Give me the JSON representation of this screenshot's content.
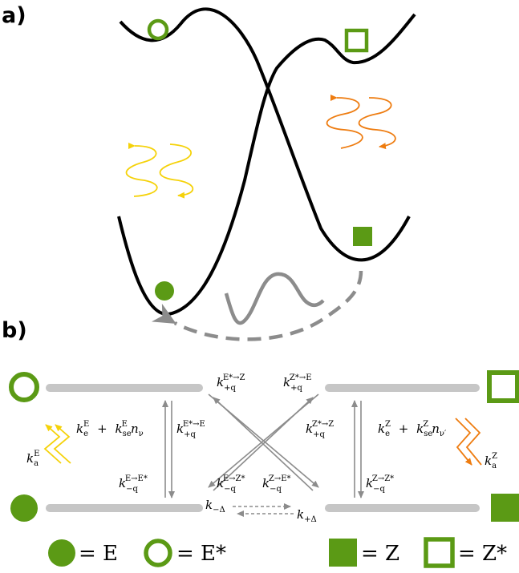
{
  "panels": {
    "a": "a)",
    "b": "b)"
  },
  "colors": {
    "green": "#5b9a15",
    "curve": "#000000",
    "gray": "#a9a9a9",
    "arrow_gray": "#8c8c8c",
    "yellow": "#f5d20a",
    "orange": "#ee7c10"
  },
  "rates": {
    "k_e_E": {
      "k": "k",
      "sub": "e",
      "sup": "E"
    },
    "k_se_E": {
      "plus": "+",
      "k": "k",
      "sub": "se",
      "sup": "E",
      "n": "n",
      "nsub": "ν"
    },
    "k_a_E": {
      "k": "k",
      "sub": "a",
      "sup": "E"
    },
    "k_q_EstarE": {
      "k": "k",
      "sub": "+q",
      "sup": "E*→E"
    },
    "k_q_EEstar": {
      "k": "k",
      "sub": "−q",
      "sup": "E→E*"
    },
    "k_q_EstarZ": {
      "k": "k",
      "sub": "+q",
      "sup": "E*→Z"
    },
    "k_q_ZstarE": {
      "k": "k",
      "sub": "+q",
      "sup": "Z*→E"
    },
    "k_q_EZstar": {
      "k": "k",
      "sub": "−q",
      "sup": "E→Z*"
    },
    "k_q_ZEstar": {
      "k": "k",
      "sub": "−q",
      "sup": "Z→E*"
    },
    "k_q_ZstarZ": {
      "k": "k",
      "sub": "+q",
      "sup": "Z*→Z"
    },
    "k_q_ZZstar": {
      "k": "k",
      "sub": "−q",
      "sup": "Z→Z*"
    },
    "k_e_Z": {
      "k": "k",
      "sub": "e",
      "sup": "Z"
    },
    "k_se_Z": {
      "plus": "+",
      "k": "k",
      "sub": "se",
      "sup": "Z",
      "n": "n",
      "nsub": "ν′"
    },
    "k_a_Z": {
      "k": "k",
      "sub": "a",
      "sup": "Z"
    },
    "k_mDelta": {
      "k": "k",
      "sub": "−Δ"
    },
    "k_pDelta": {
      "k": "k",
      "sub": "+Δ"
    }
  },
  "legend": {
    "E": "= E",
    "Estar": "= E*",
    "Z": "= Z",
    "Zstar": "= Z*"
  }
}
